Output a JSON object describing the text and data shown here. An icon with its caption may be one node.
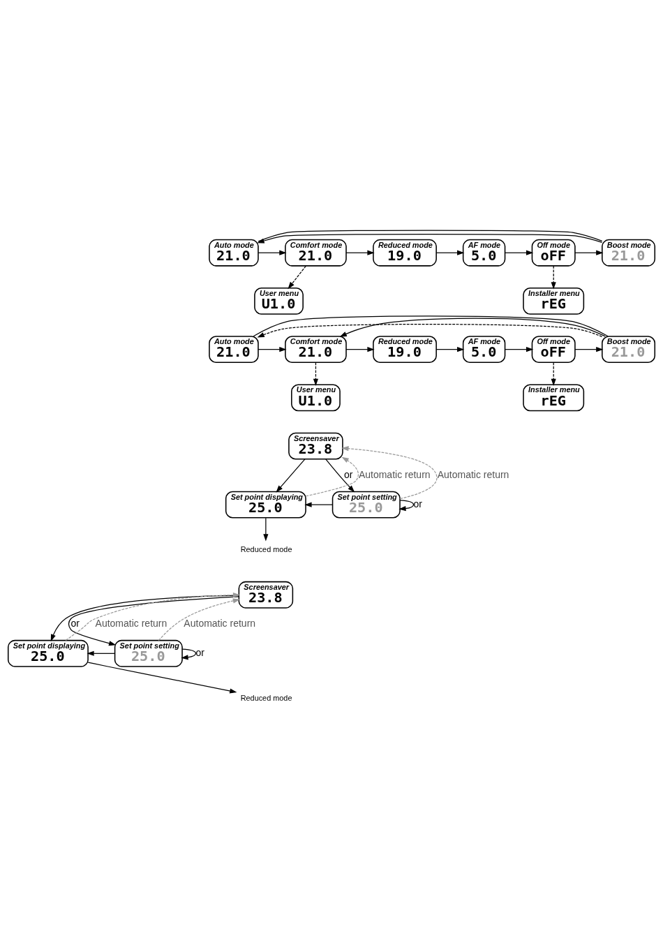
{
  "diagram": {
    "nodes": [
      {
        "text": [
          "Auto mode",
          "21.0"
        ]
      },
      {
        "text": [
          "Comfort mode",
          "21.0"
        ]
      },
      {
        "text": [
          "Reduced mode",
          "19.0"
        ]
      },
      {
        "text": [
          "AF mode",
          "5.0"
        ]
      },
      {
        "text": [
          "Off mode",
          "oFF"
        ]
      },
      {
        "text": [
          "Boost mode",
          "21.0"
        ]
      },
      {
        "text": [
          "User menu",
          "U1.0"
        ]
      },
      {
        "text": [
          "Installer menu",
          "rEG"
        ]
      },
      {
        "text": [
          "Auto mode",
          "21.0"
        ]
      },
      {
        "text": [
          "Comfort mode",
          "21.0"
        ]
      },
      {
        "text": [
          "Reduced mode",
          "19.0"
        ]
      },
      {
        "text": [
          "AF mode",
          "5.0"
        ]
      },
      {
        "text": [
          "Off mode",
          "oFF"
        ]
      },
      {
        "text": [
          "Boost mode",
          "21.0"
        ]
      },
      {
        "text": [
          "User menu",
          "U1.0"
        ]
      },
      {
        "text": [
          "Installer menu",
          "rEG"
        ]
      },
      {
        "text": [
          "Screensaver",
          "23.8"
        ]
      },
      {
        "text": [
          "Set point displaying",
          "25.0"
        ]
      },
      {
        "text": [
          "Set point setting",
          "25.0"
        ]
      },
      {
        "text": [
          "Reduced mode"
        ]
      },
      {
        "text": [
          "Screensaver",
          "23.8"
        ]
      },
      {
        "text": [
          "Set point displaying",
          "25.0"
        ]
      },
      {
        "text": [
          "Set point setting",
          "25.0"
        ]
      },
      {
        "text": [
          "Reduced mode"
        ]
      }
    ],
    "edges": [
      {
        "from": 0,
        "to": 1,
        "arrow": "to"
      },
      {
        "from": 1,
        "to": 2,
        "arrow": "to"
      },
      {
        "from": 2,
        "to": 3,
        "arrow": "to"
      },
      {
        "from": 3,
        "to": 4,
        "arrow": "to"
      },
      {
        "from": 4,
        "to": 5,
        "arrow": "to"
      },
      {
        "from": 5,
        "to": 0,
        "arrow": "to"
      },
      {
        "from": 0,
        "to": 5,
        "arrow": "none"
      },
      {
        "from": 1,
        "to": 6,
        "arrow": "to",
        "style": "dashed"
      },
      {
        "from": 4,
        "to": 7,
        "arrow": "to",
        "style": "dashed"
      },
      {
        "from": 8,
        "to": 9,
        "arrow": "to"
      },
      {
        "from": 9,
        "to": 10,
        "arrow": "to"
      },
      {
        "from": 10,
        "to": 11,
        "arrow": "to"
      },
      {
        "from": 11,
        "to": 12,
        "arrow": "to"
      },
      {
        "from": 12,
        "to": 13,
        "arrow": "to"
      },
      {
        "from": 13,
        "to": 9,
        "arrow": "to"
      },
      {
        "from": 13,
        "to": 8,
        "arrow": "to",
        "style": "dashed"
      },
      {
        "from": 8,
        "to": 13,
        "arrow": "none"
      },
      {
        "from": 9,
        "to": 14,
        "arrow": "to",
        "style": "dashed"
      },
      {
        "from": 12,
        "to": 15,
        "arrow": "to",
        "style": "dashed"
      },
      {
        "from": 16,
        "to": 17,
        "arrow": "to"
      },
      {
        "from": 16,
        "to": 18,
        "arrow": "to",
        "label": "or"
      },
      {
        "from": 18,
        "to": 17,
        "arrow": "to"
      },
      {
        "from": 17,
        "to": 16,
        "arrow": "to",
        "style": "dashed",
        "color": "#999999",
        "label": "Automatic return"
      },
      {
        "from": 18,
        "to": 16,
        "arrow": "to",
        "style": "dashed",
        "color": "#999999",
        "label": "Automatic return"
      },
      {
        "from": 18,
        "to": 18,
        "arrow": "to",
        "label": "or"
      },
      {
        "from": 17,
        "to": 19,
        "arrow": "to"
      },
      {
        "from": 20,
        "to": 21,
        "arrow": "to"
      },
      {
        "from": 20,
        "to": 22,
        "arrow": "to",
        "label": "or"
      },
      {
        "from": 22,
        "to": 21,
        "arrow": "to"
      },
      {
        "from": 21,
        "to": 20,
        "arrow": "to",
        "style": "dashed",
        "color": "#999999",
        "label": "Automatic return"
      },
      {
        "from": 22,
        "to": 20,
        "arrow": "to",
        "style": "dashed",
        "color": "#999999",
        "label": "Automatic return"
      },
      {
        "from": 22,
        "to": 22,
        "arrow": "to",
        "label": "or"
      },
      {
        "from": 21,
        "to": 23,
        "arrow": "to"
      }
    ]
  }
}
